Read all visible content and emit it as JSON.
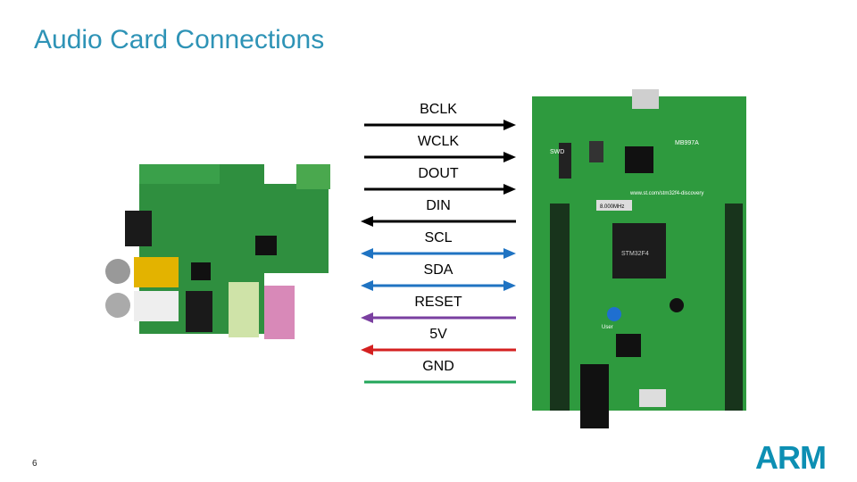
{
  "slide": {
    "title": "Audio Card Connections",
    "page_number": "6",
    "logo_text": "ARM"
  },
  "signals": [
    {
      "label": "BCLK",
      "direction": "right",
      "color": "#000000"
    },
    {
      "label": "WCLK",
      "direction": "right",
      "color": "#000000"
    },
    {
      "label": "DOUT",
      "direction": "right",
      "color": "#000000"
    },
    {
      "label": "DIN",
      "direction": "left",
      "color": "#000000"
    },
    {
      "label": "SCL",
      "direction": "both",
      "color": "#1f73c2"
    },
    {
      "label": "SDA",
      "direction": "both",
      "color": "#1f73c2"
    },
    {
      "label": "RESET",
      "direction": "left",
      "color": "#7a3fa0"
    },
    {
      "label": "5V",
      "direction": "left",
      "color": "#d42020"
    },
    {
      "label": "GND",
      "direction": "none",
      "color": "#22a65a"
    }
  ],
  "images": {
    "audio_card": "audio-card-photo",
    "board": "stm32f4-discovery-board-photo",
    "board_texts": [
      "www.st.com/stm32f4-discovery",
      "MB997A",
      "SWD",
      "8.000MHz",
      "User",
      "STM32F4"
    ]
  }
}
